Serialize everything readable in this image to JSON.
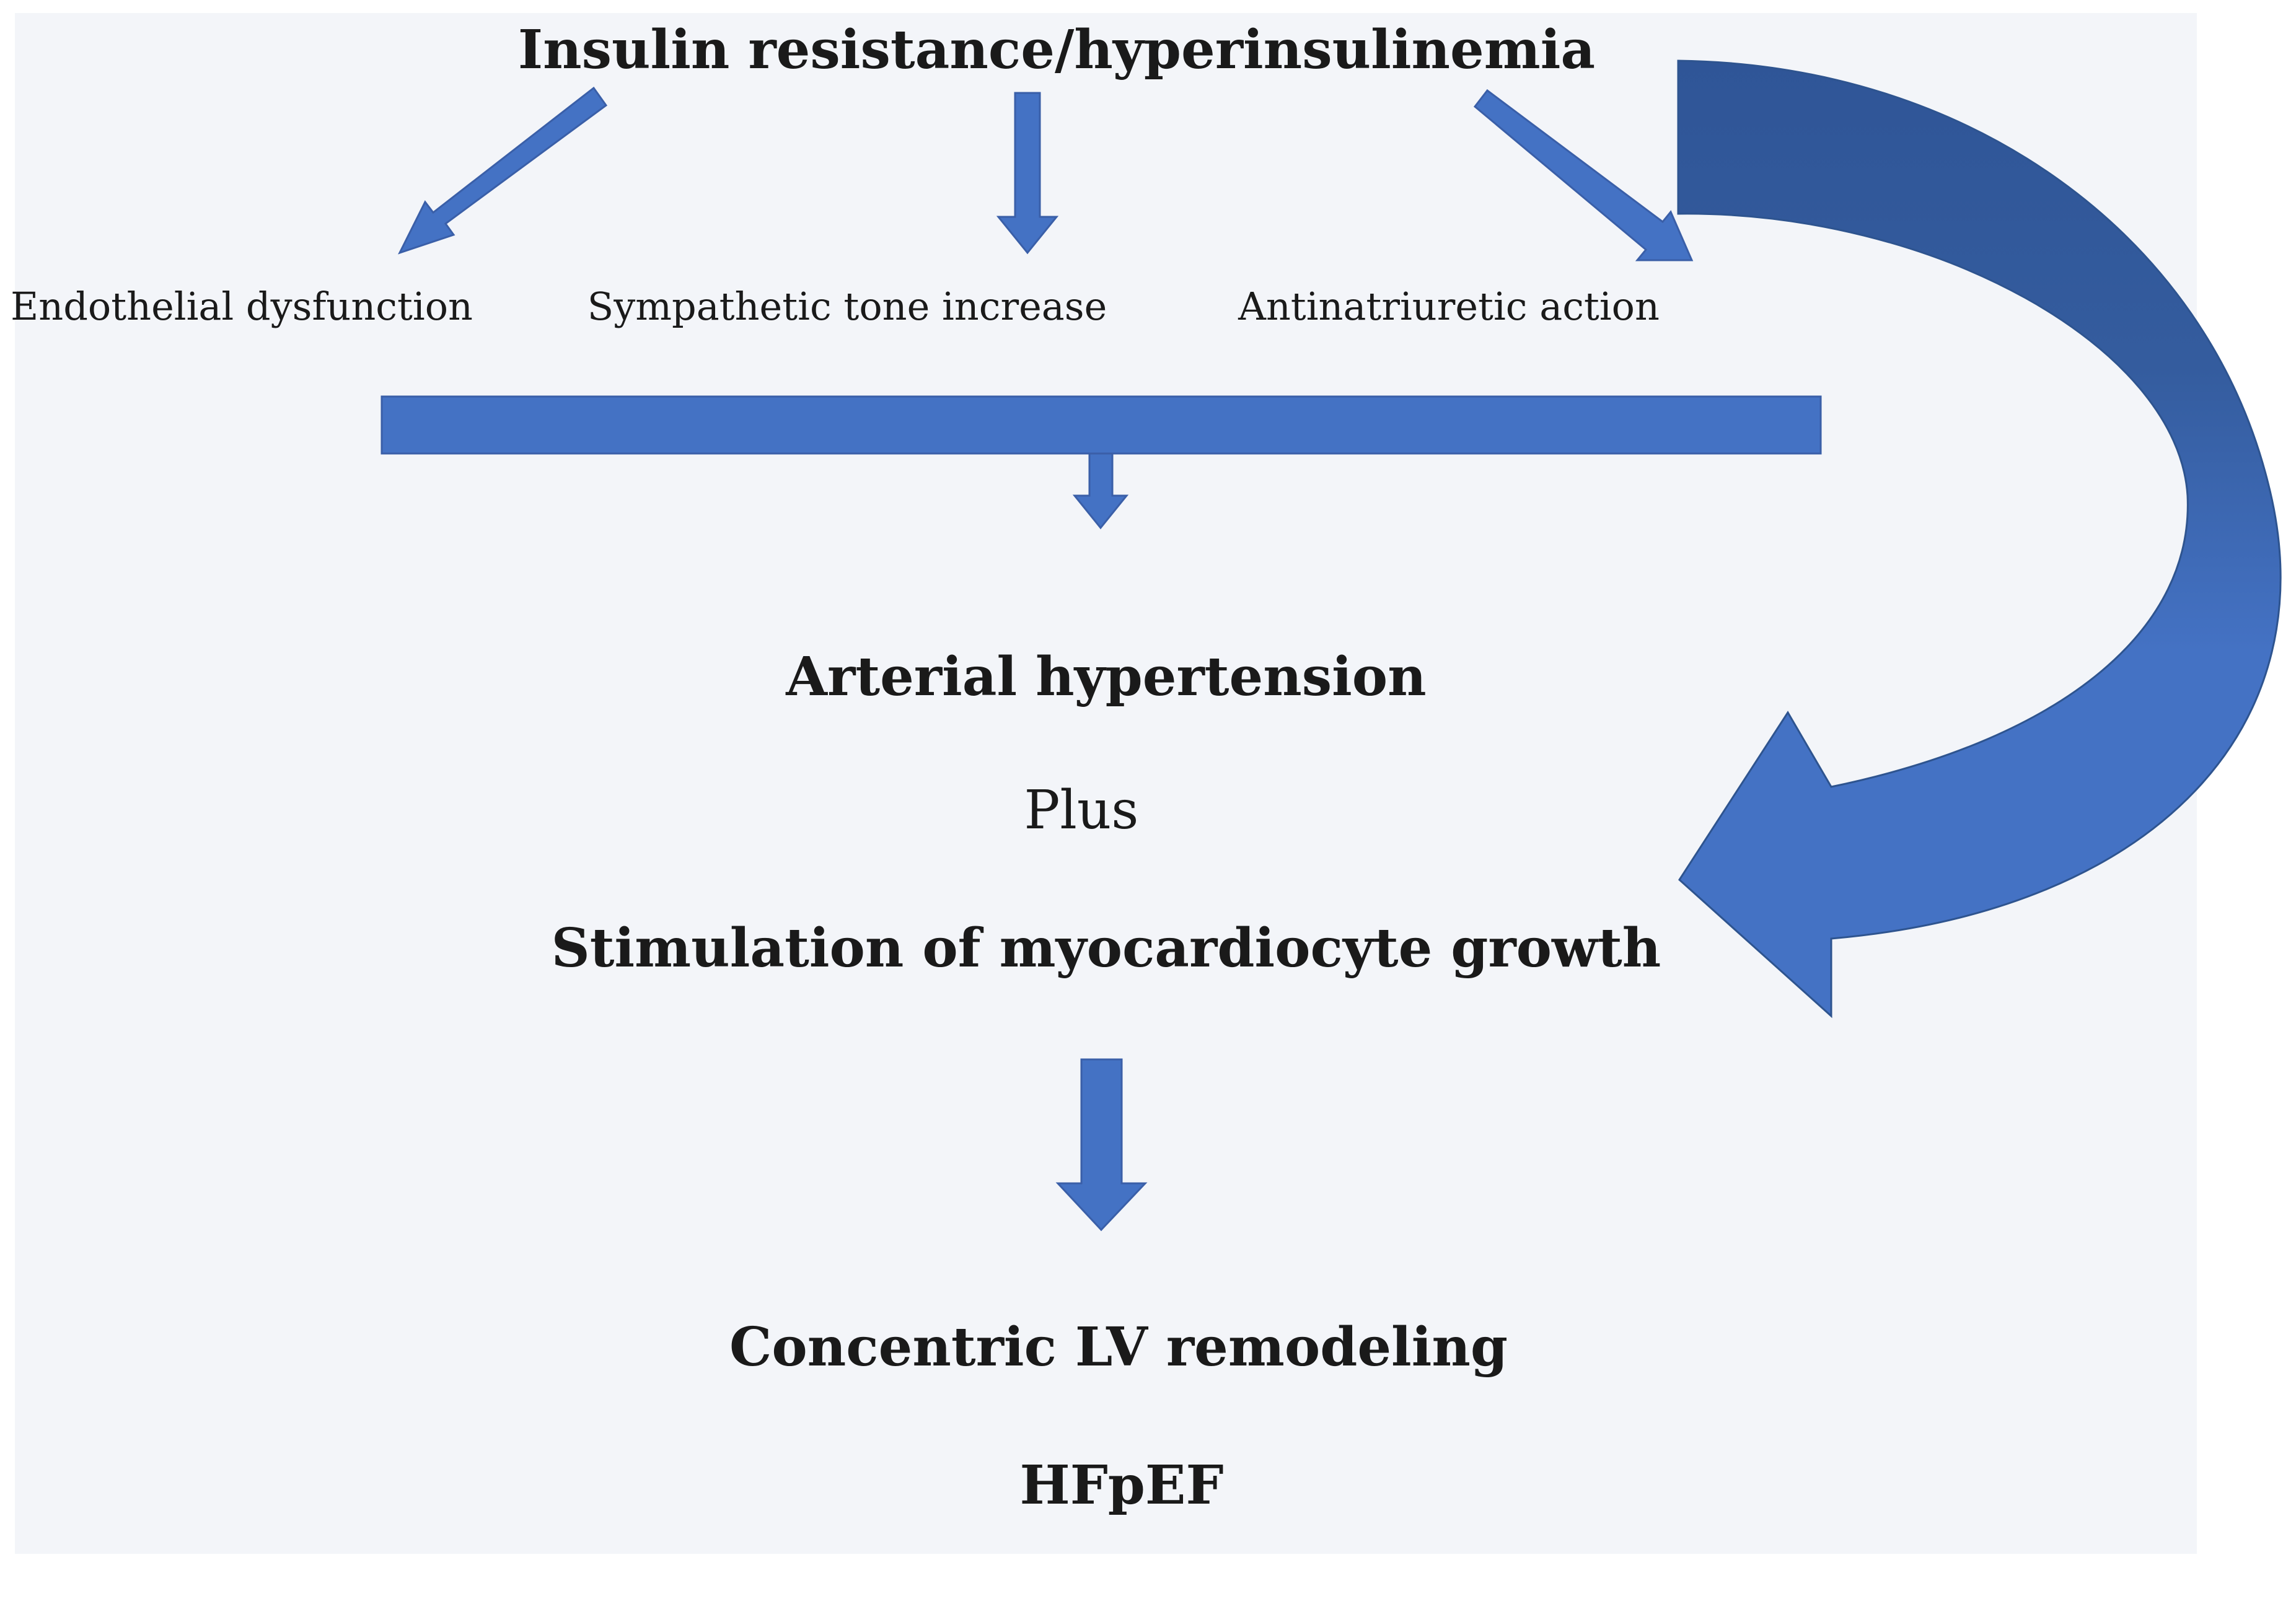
{
  "diagram": {
    "root": "Insulin resistance/hyperinsulinemia",
    "mechanisms": [
      "Endothelial dysfunction",
      "Sympathetic tone increase",
      "Antinatriuretic action"
    ],
    "result_1": "Arterial hypertension",
    "connector": "Plus",
    "result_2": "Stimulation of myocardiocyte growth",
    "outcome_1": "Concentric LV remodeling",
    "outcome_2": "HFpEF"
  },
  "colors": {
    "arrow_fill": "#4472c4",
    "arrow_stroke": "#3a5fa8",
    "curved_arrow_dark": "#2f5597",
    "panel_background": "#f3f5f9",
    "text": "#1a1a1a"
  }
}
